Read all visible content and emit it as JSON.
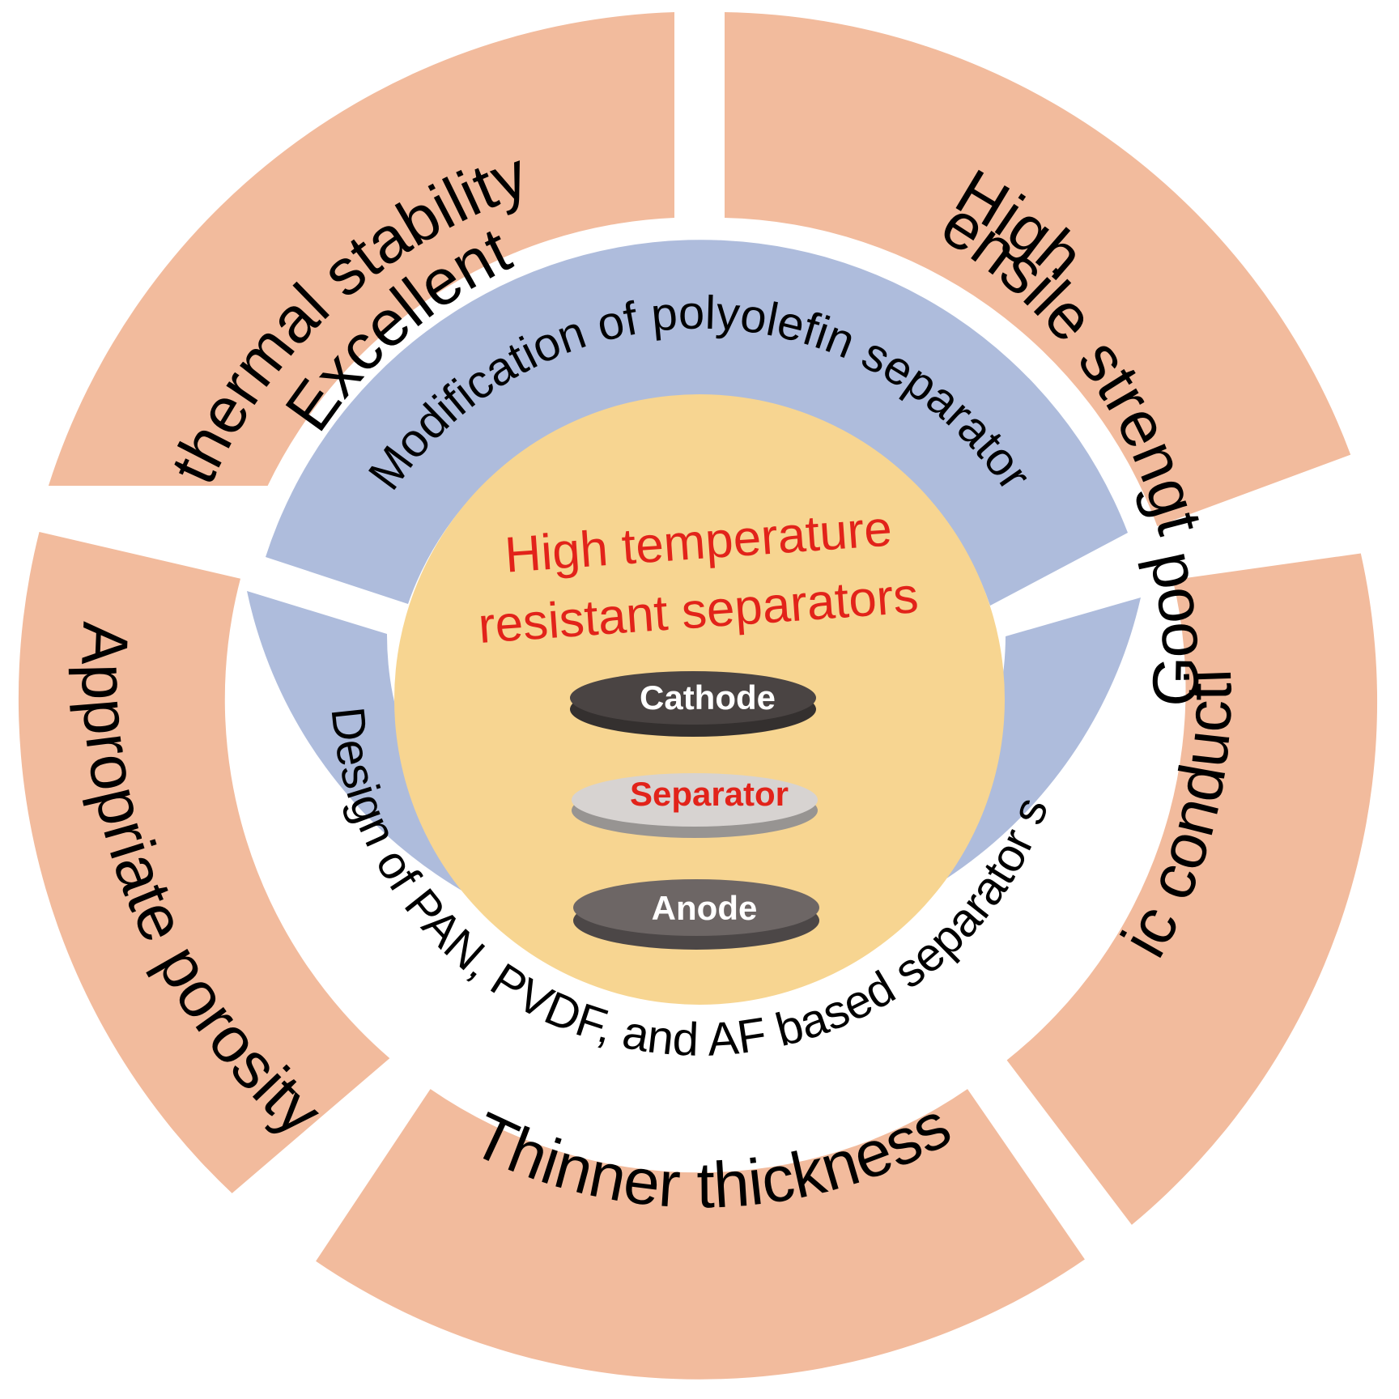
{
  "colors": {
    "outer_ring": "#f2bb9d",
    "middle_ring": "#aebcdc",
    "center": "#f7d591",
    "title_red": "#e2231a",
    "cathode": "#4a4443",
    "separator": "#d7d3d1",
    "anode": "#6d6665",
    "text": "#000000"
  },
  "outer_segments": [
    {
      "lines": [
        "Excellent",
        "thermal stability"
      ]
    },
    {
      "lines": [
        "High",
        "tensile strength"
      ]
    },
    {
      "lines": [
        "Good",
        "ionic conductivity"
      ]
    },
    {
      "lines": [
        "Thinner thickness"
      ]
    },
    {
      "lines": [
        "Appropriate porosity"
      ]
    }
  ],
  "middle_segments": [
    {
      "label": "Modification of polyolefin separator"
    },
    {
      "label": "Design of PAN, PVDF, and AF based separator s"
    }
  ],
  "center": {
    "title_lines": [
      "High temperature",
      "resistant separators"
    ],
    "layers": [
      {
        "label": "Cathode",
        "color_key": "cathode",
        "text_color": "#ffffff"
      },
      {
        "label": "Separator",
        "color_key": "separator",
        "text_color": "#e2231a"
      },
      {
        "label": "Anode",
        "color_key": "anode",
        "text_color": "#ffffff"
      }
    ]
  }
}
